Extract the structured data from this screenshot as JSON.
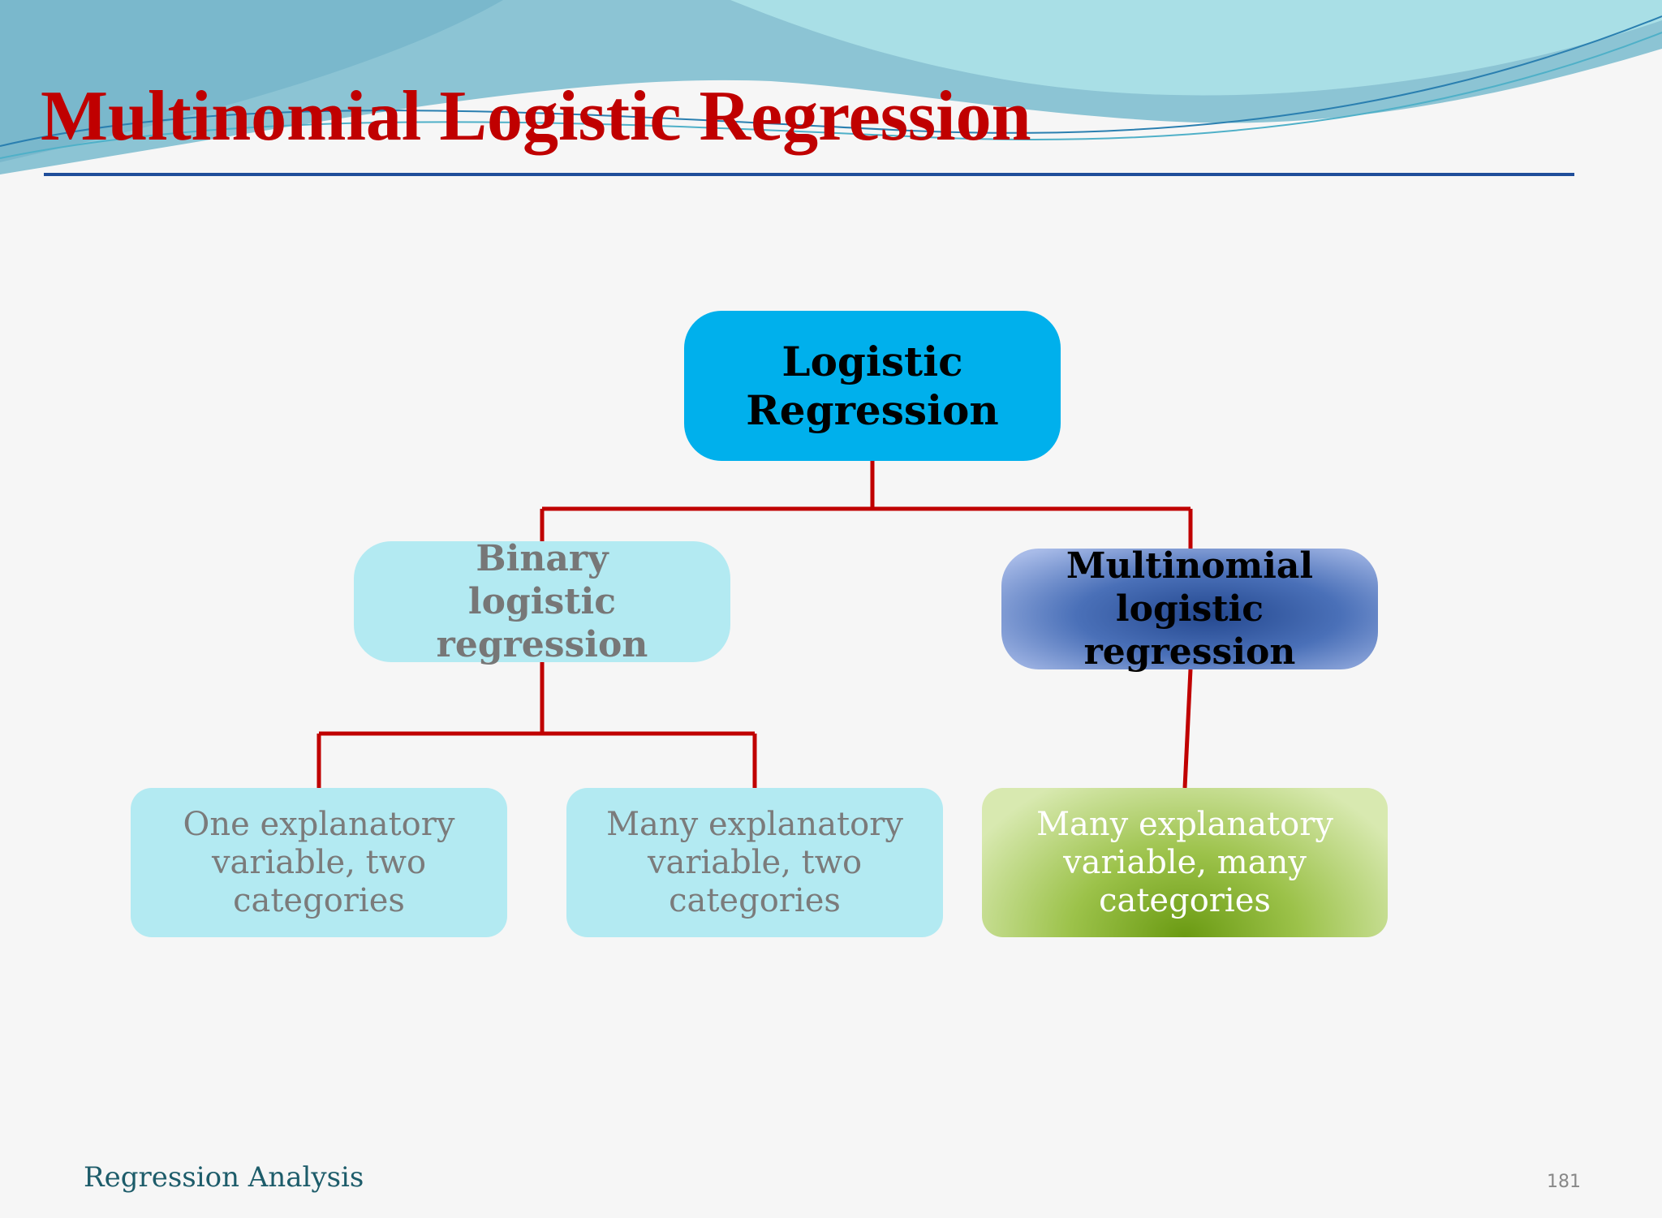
{
  "slide": {
    "title": "Multinomial Logistic Regression",
    "footer": "Regression Analysis",
    "page_number": "181"
  },
  "diagram": {
    "root": {
      "lines": [
        "Logistic",
        "Regression"
      ]
    },
    "binary": {
      "lines": [
        "Binary",
        "logistic",
        "regression"
      ]
    },
    "multinomial": {
      "lines": [
        "Multinomial",
        "logistic",
        "regression"
      ]
    },
    "leaves": [
      {
        "lines": [
          "One explanatory",
          "variable, two",
          "categories"
        ]
      },
      {
        "lines": [
          "Many explanatory",
          "variable, two",
          "categories"
        ]
      },
      {
        "lines": [
          "Many explanatory",
          "variable, many",
          "categories"
        ]
      }
    ]
  },
  "colors": {
    "title": "#c00000",
    "connector": "#c00000",
    "root_fill": "#00b0ec",
    "binary_fill": "#b3eaf2",
    "multinomial_fill": "#4a70b8",
    "leaf_fill": "#b3eaf2",
    "leaf_highlight_fill": "#9cc24a"
  }
}
